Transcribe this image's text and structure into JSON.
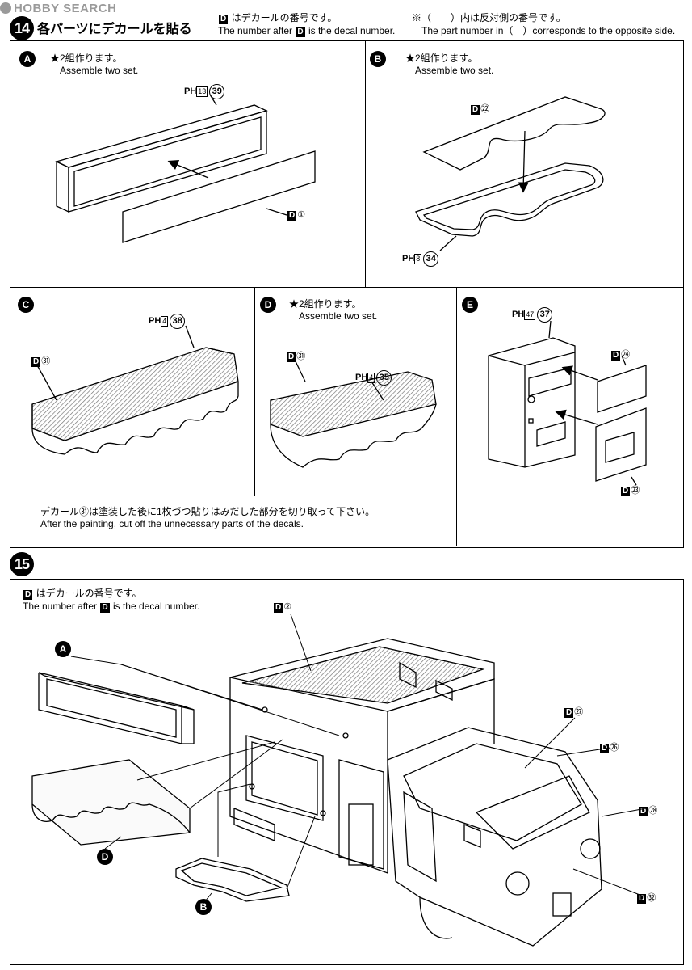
{
  "watermark": "HOBBY SEARCH",
  "step14": {
    "number": "14",
    "title": "各パーツにデカールを貼る",
    "decal_note_jp": "はデカールの番号です。",
    "decal_note_en_a": "The number after",
    "decal_note_en_b": "is the decal number.",
    "opposite_note_jp": "※（　　）内は反対側の番号です。",
    "opposite_note_en": "The part number in（　）corresponds to the opposite side.",
    "d_letter": "D",
    "panels": {
      "A": {
        "label": "A",
        "assemble_jp": "★2組作ります。",
        "assemble_en": "Assemble two set.",
        "part_code": "PH",
        "part_sub": "13",
        "part_no": "39",
        "decal_no": "①"
      },
      "B": {
        "label": "B",
        "assemble_jp": "★2組作ります。",
        "assemble_en": "Assemble two set.",
        "decal_no": "㉒",
        "part_code": "PH",
        "part_sub": "8",
        "part_no": "34"
      },
      "C": {
        "label": "C",
        "part_code": "PH",
        "part_sub": "4",
        "part_no": "38",
        "decal_no": "㉛"
      },
      "D": {
        "label": "D",
        "assemble_jp": "★2組作ります。",
        "assemble_en": "Assemble two set.",
        "decal_no": "㉛",
        "part_code": "PH",
        "part_sub": "4",
        "part_no": "35"
      },
      "E": {
        "label": "E",
        "part_code": "PH",
        "part_sub": "47",
        "part_no": "37",
        "decal_a": "㉔",
        "decal_b": "㉓"
      }
    },
    "decal31_note_jp": "デカール㉛は塗装した後に1枚づつ貼りはみだした部分を切り取って下さい。",
    "decal31_note_en": "After the painting, cut off the unnecessary parts of the decals."
  },
  "step15": {
    "number": "15",
    "decal_note_jp": "はデカールの番号です。",
    "decal_note_en_a": "The number after",
    "decal_note_en_b": "is the decal number.",
    "callouts": {
      "A": "A",
      "B": "B",
      "D": "D"
    },
    "decals": {
      "roof": "②",
      "d27": "㉗",
      "d26": "㉖",
      "d28": "㉘",
      "d32": "㉜"
    }
  }
}
